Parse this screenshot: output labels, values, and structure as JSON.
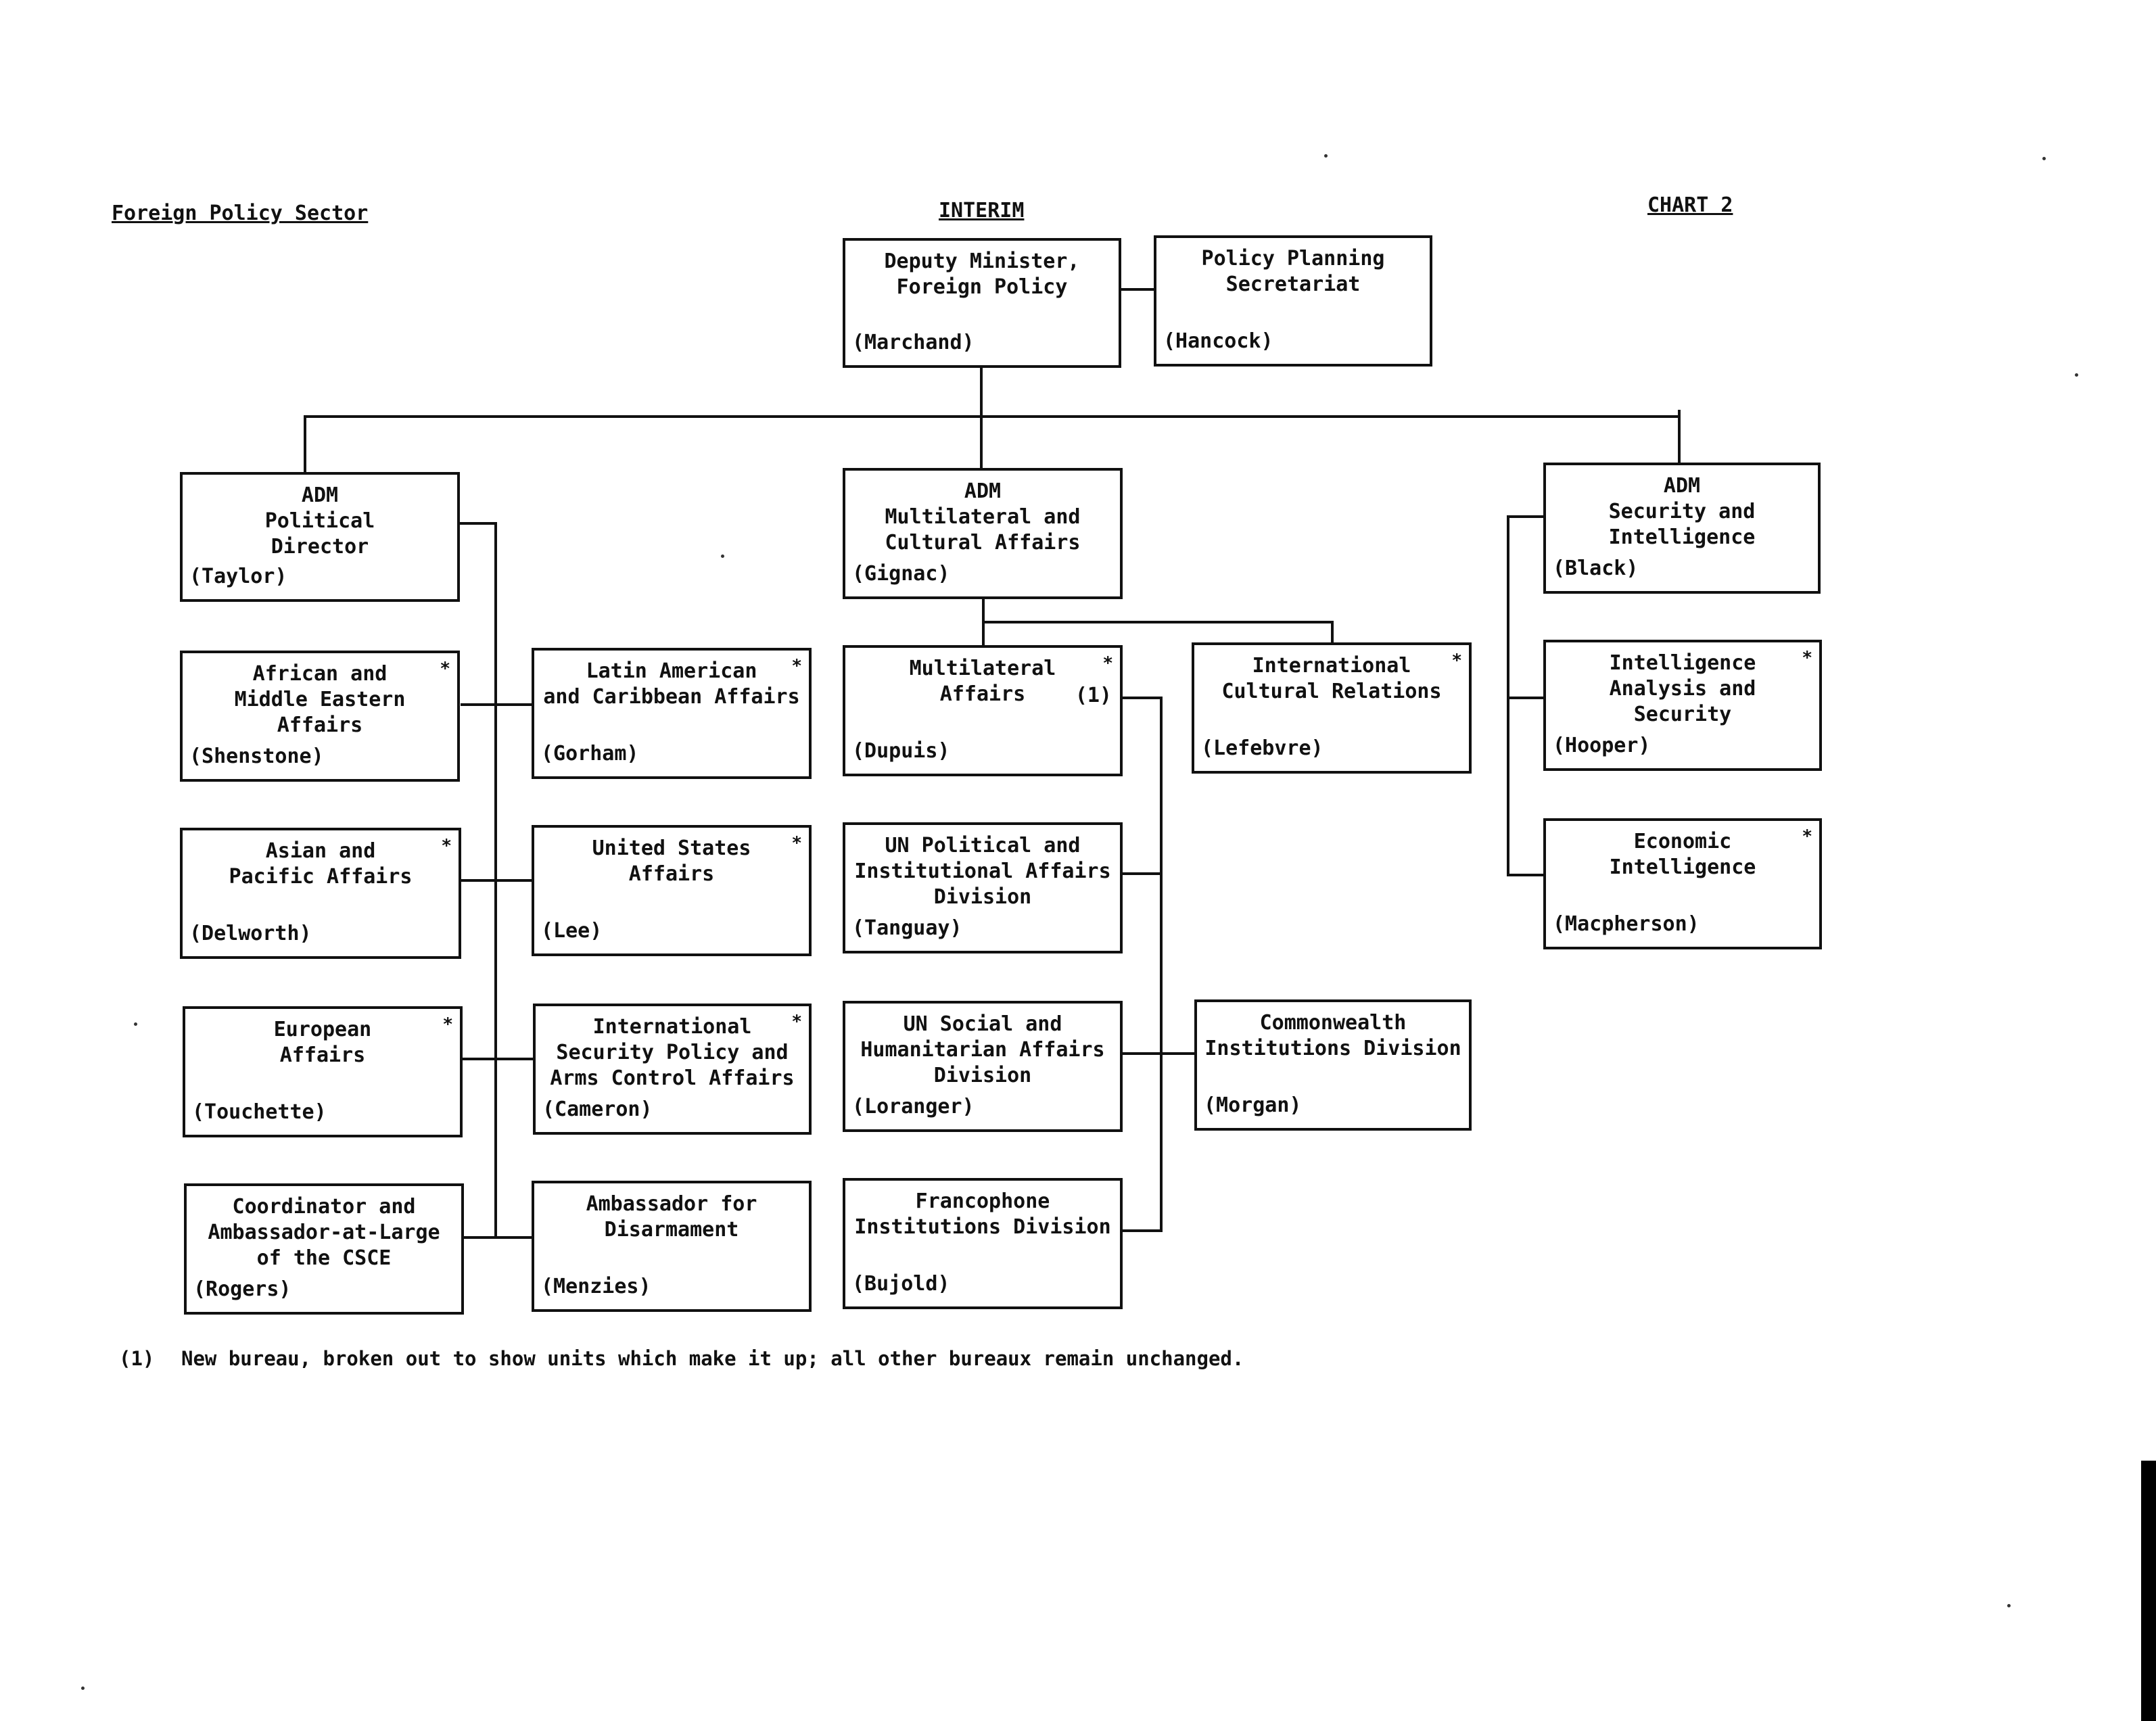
{
  "header": {
    "sector": "Foreign Policy Sector",
    "status": "INTERIM",
    "chart": "CHART 2"
  },
  "boxes": {
    "dm": {
      "title": "Deputy Minister,\nForeign Policy",
      "person": "(Marchand)"
    },
    "pps": {
      "title": "Policy Planning\nSecretariat",
      "person": "(Hancock)"
    },
    "adm_pol": {
      "title": "ADM\nPolitical\nDirector",
      "person": "(Taylor)"
    },
    "adm_mult": {
      "title": "ADM\nMultilateral and\nCultural Affairs",
      "person": "(Gignac)"
    },
    "adm_sec": {
      "title": "ADM\nSecurity and\nIntelligence",
      "person": "(Black)"
    },
    "afr": {
      "title": "African and\nMiddle Eastern\nAffairs",
      "person": "(Shenstone)",
      "mark": "*"
    },
    "asia": {
      "title": "Asian and\nPacific Affairs",
      "person": "(Delworth)",
      "mark": "*"
    },
    "eur": {
      "title": "European\nAffairs",
      "person": "(Touchette)",
      "mark": "*"
    },
    "csce": {
      "title": "Coordinator and\nAmbassador-at-Large\nof the CSCE",
      "person": "(Rogers)"
    },
    "latam": {
      "title": "Latin American\nand Caribbean Affairs",
      "person": "(Gorham)",
      "mark": "*"
    },
    "us": {
      "title": "United States\nAffairs",
      "person": "(Lee)",
      "mark": "*"
    },
    "isp": {
      "title": "International\nSecurity Policy and\nArms Control Affairs",
      "person": "(Cameron)",
      "mark": "*"
    },
    "disarm": {
      "title": "Ambassador for\nDisarmament",
      "person": "(Menzies)"
    },
    "multi": {
      "title": "Multilateral\nAffairs",
      "person": "(Dupuis)",
      "mark": "*",
      "note": "(1)"
    },
    "unpol": {
      "title": "UN Political and\nInstitutional Affairs\nDivision",
      "person": "(Tanguay)"
    },
    "unsoc": {
      "title": "UN Social and\nHumanitarian Affairs\nDivision",
      "person": "(Loranger)"
    },
    "franc": {
      "title": "Francophone\nInstitutions Division",
      "person": "(Bujold)"
    },
    "icr": {
      "title": "International\nCultural Relations",
      "person": "(Lefebvre)",
      "mark": "*"
    },
    "comm": {
      "title": "Commonwealth\nInstitutions Division",
      "person": "(Morgan)"
    },
    "intel": {
      "title": "Intelligence\nAnalysis and\nSecurity",
      "person": "(Hooper)",
      "mark": "*"
    },
    "econ": {
      "title": "Economic\nIntelligence",
      "person": "(Macpherson)",
      "mark": "*"
    }
  },
  "footnote": {
    "label": "(1)",
    "text": "New bureau, broken out to show units which make it up; all other bureaux remain unchanged."
  }
}
